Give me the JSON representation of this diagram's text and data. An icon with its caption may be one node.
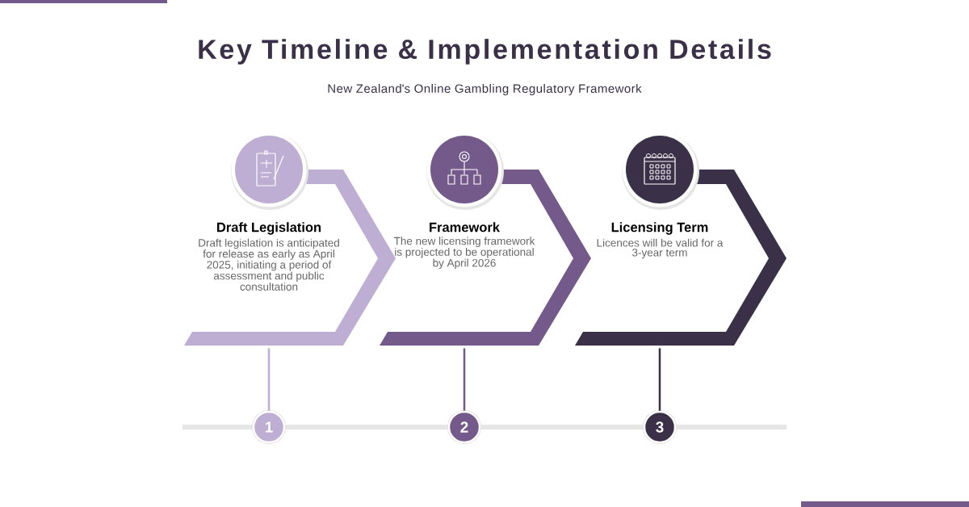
{
  "diagram": {
    "title": "Key Timeline & Implementation Details",
    "nodes": [
      {
        "text": [
          "Draft Legislation",
          "Draft legislation is anticipated for release as early as April 2025, initiating a period of assessment and public consultation"
        ]
      },
      {
        "text": [
          "Framework",
          "The new licensing framework is projected to be operational by April 2026"
        ]
      },
      {
        "text": [
          "Licensing Term",
          "Licences will be valid for a 3-year term"
        ]
      },
      {
        "text": [
          "1"
        ]
      },
      {
        "text": [
          "2"
        ]
      },
      {
        "text": [
          "3"
        ]
      }
    ],
    "edges": [
      {
        "from": 0,
        "to": 3,
        "arrow": "none",
        "color": "#bfaed3"
      },
      {
        "from": 1,
        "to": 4,
        "arrow": "none",
        "color": "#745a8b"
      },
      {
        "from": 2,
        "to": 5,
        "arrow": "none",
        "color": "#3a3048"
      }
    ],
    "labels": [
      "New Zealand's Online Gambling Regulatory Framework"
    ]
  }
}
